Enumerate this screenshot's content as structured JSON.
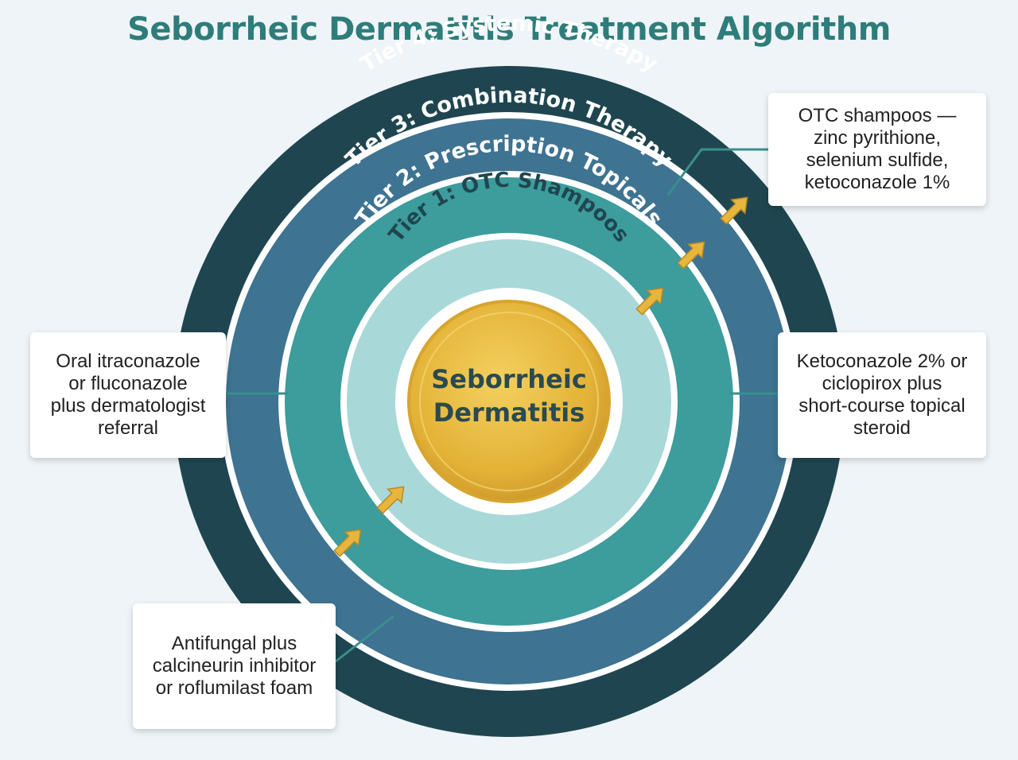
{
  "title": "Seborrheic Dermatitis Treatment Algorithm",
  "center": {
    "line1": "Seborrheic",
    "line2": "Dermatitis"
  },
  "tiers": [
    {
      "label": "Tier 1: OTC Shampoos",
      "color": "#a9d8d8"
    },
    {
      "label": "Tier 2: Prescription Topicals",
      "color": "#3d9c9c"
    },
    {
      "label": "Tier 3: Combination Therapy",
      "color": "#3e7391"
    },
    {
      "label": "Tier 4: Systemic Therapy",
      "color": "#1f4650"
    }
  ],
  "callouts": {
    "tier1": [
      "OTC shampoos —",
      "zinc pyrithione,",
      "selenium sulfide,",
      "ketoconazole 1%"
    ],
    "tier2": [
      "Ketoconazole 2% or",
      "ciclopirox plus",
      "short-course topical",
      "steroid"
    ],
    "tier3": [
      "Antifungal plus",
      "calcineurin inhibitor",
      "or roflumilast foam"
    ],
    "tier4": [
      "Oral itraconazole",
      "or fluconazole",
      "plus dermatologist",
      "referral"
    ]
  },
  "colors": {
    "title": "#2e7d7a",
    "background": "#eef4f7",
    "center_fill": "#e9b733",
    "arrow": "#e8b63c",
    "leader_line": "#3a8f8f"
  }
}
